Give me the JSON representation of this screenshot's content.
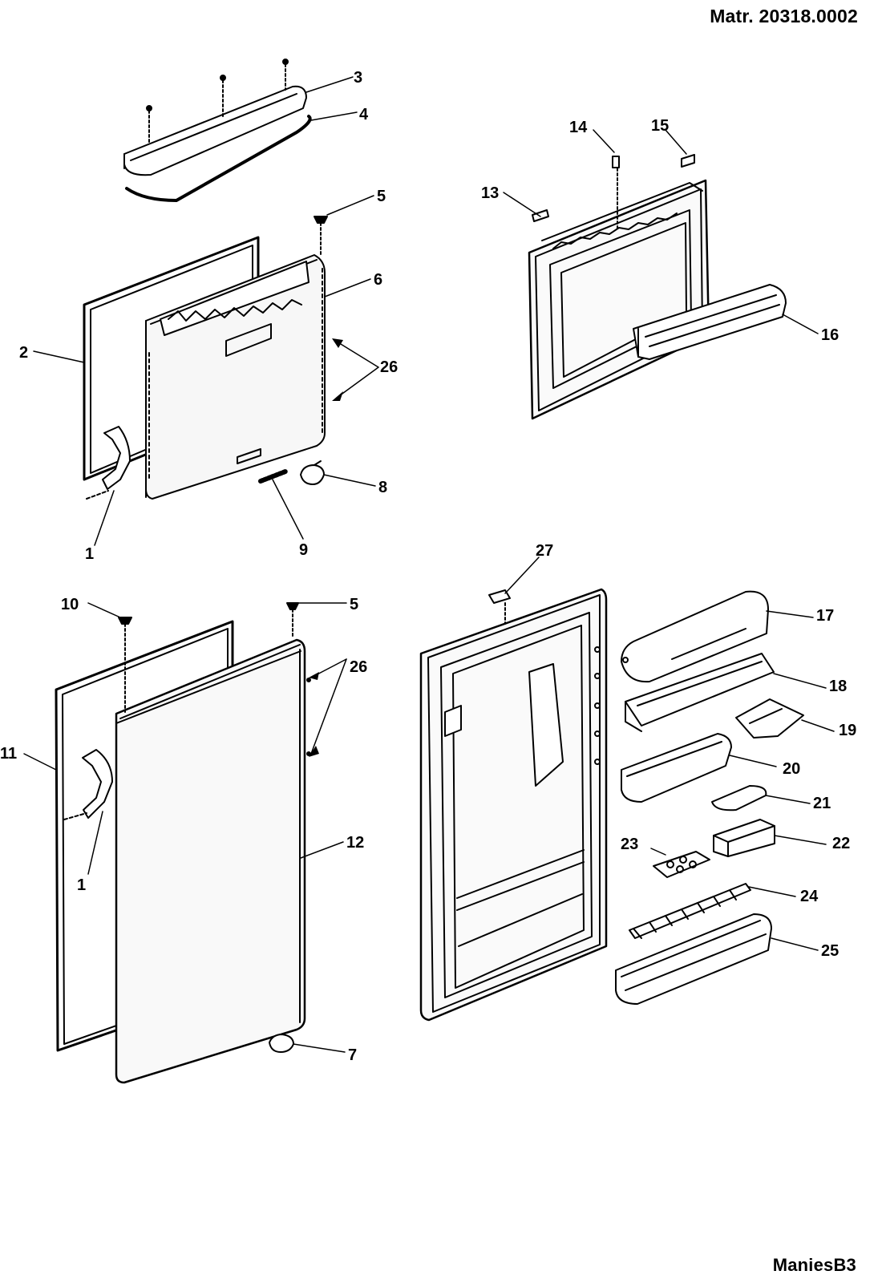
{
  "header": {
    "matr": "Matr. 20318.0002"
  },
  "footer": {
    "code": "ManiesB3"
  },
  "callouts": [
    "1",
    "1",
    "2",
    "3",
    "4",
    "5",
    "5",
    "6",
    "7",
    "8",
    "9",
    "10",
    "11",
    "12",
    "13",
    "14",
    "15",
    "16",
    "17",
    "18",
    "19",
    "20",
    "21",
    "22",
    "23",
    "24",
    "25",
    "26",
    "26",
    "27"
  ],
  "colors": {
    "ink": "#000000",
    "paper": "#ffffff",
    "panel": "#f2f2f2"
  }
}
